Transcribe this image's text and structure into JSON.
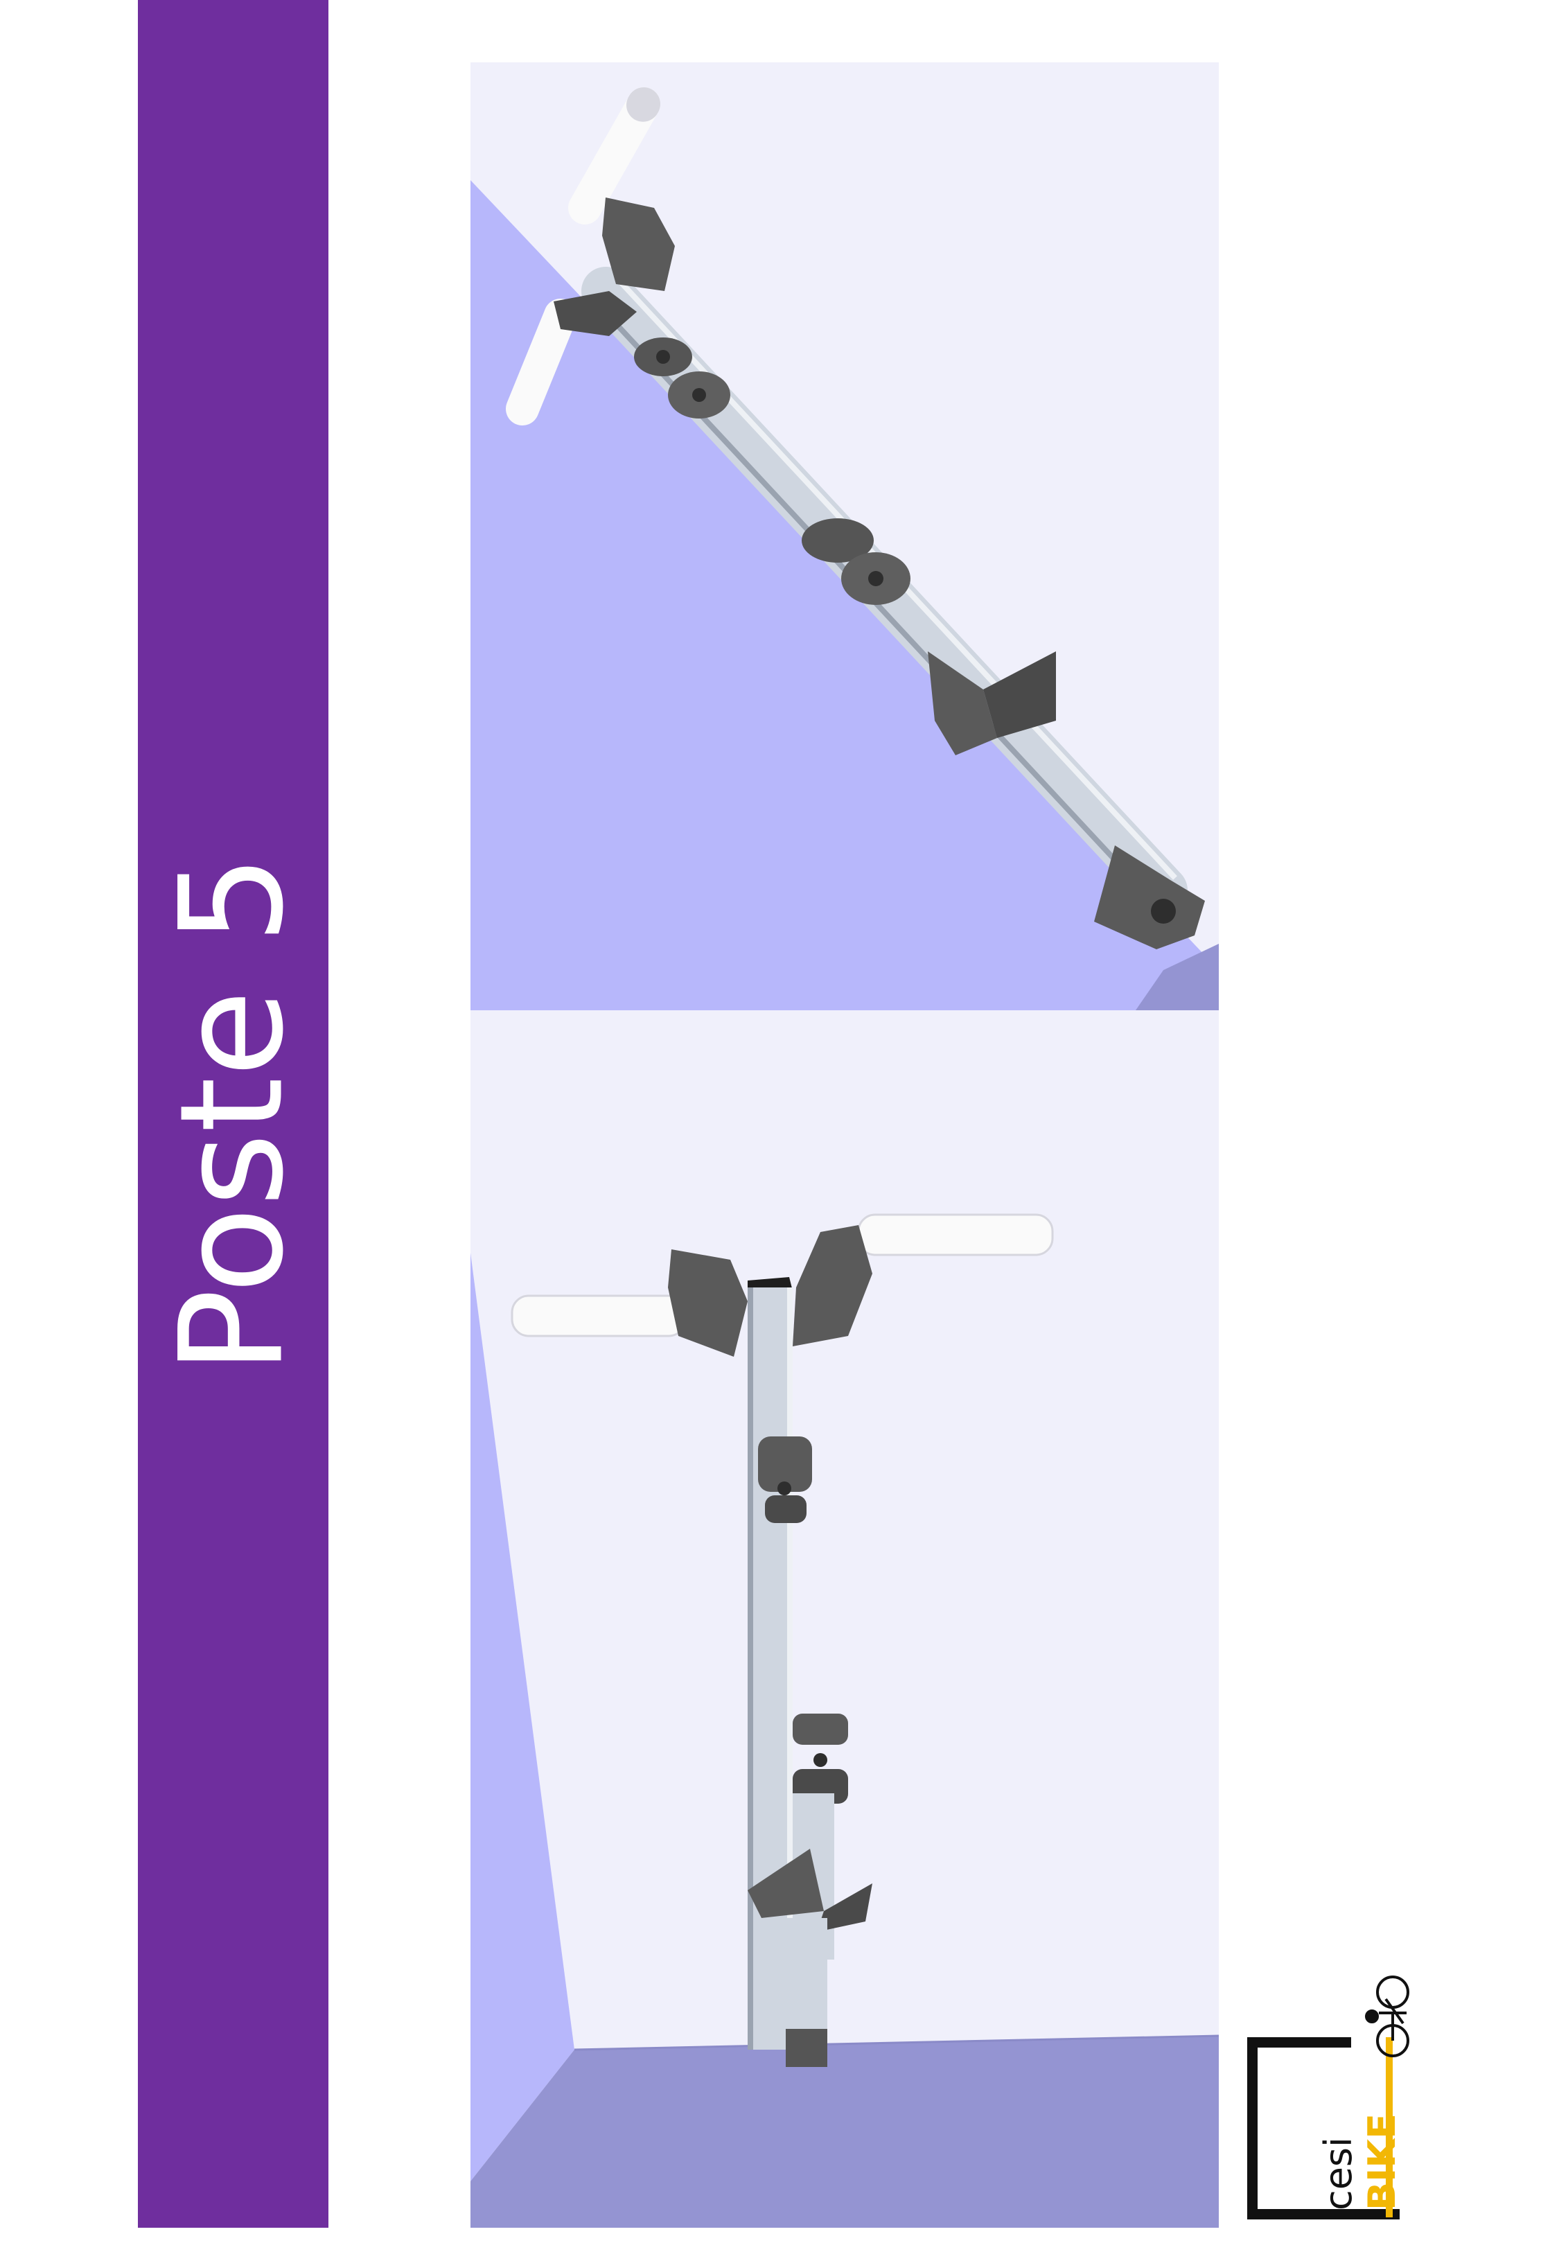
{
  "page": {
    "title": "Poste 5"
  },
  "logo": {
    "word1": "cesi",
    "word2": "BIKE",
    "icon": "bicycle-icon"
  },
  "colors": {
    "band": "#6f2e9e",
    "panel_background": "#f0f0fb",
    "wall": "#b7b7fb",
    "floor": "#9494d2",
    "tube": "#cfd6e0",
    "bracket": "#5a5a5a",
    "grip": "#fafafa",
    "logo_yellow": "#f2b705"
  }
}
